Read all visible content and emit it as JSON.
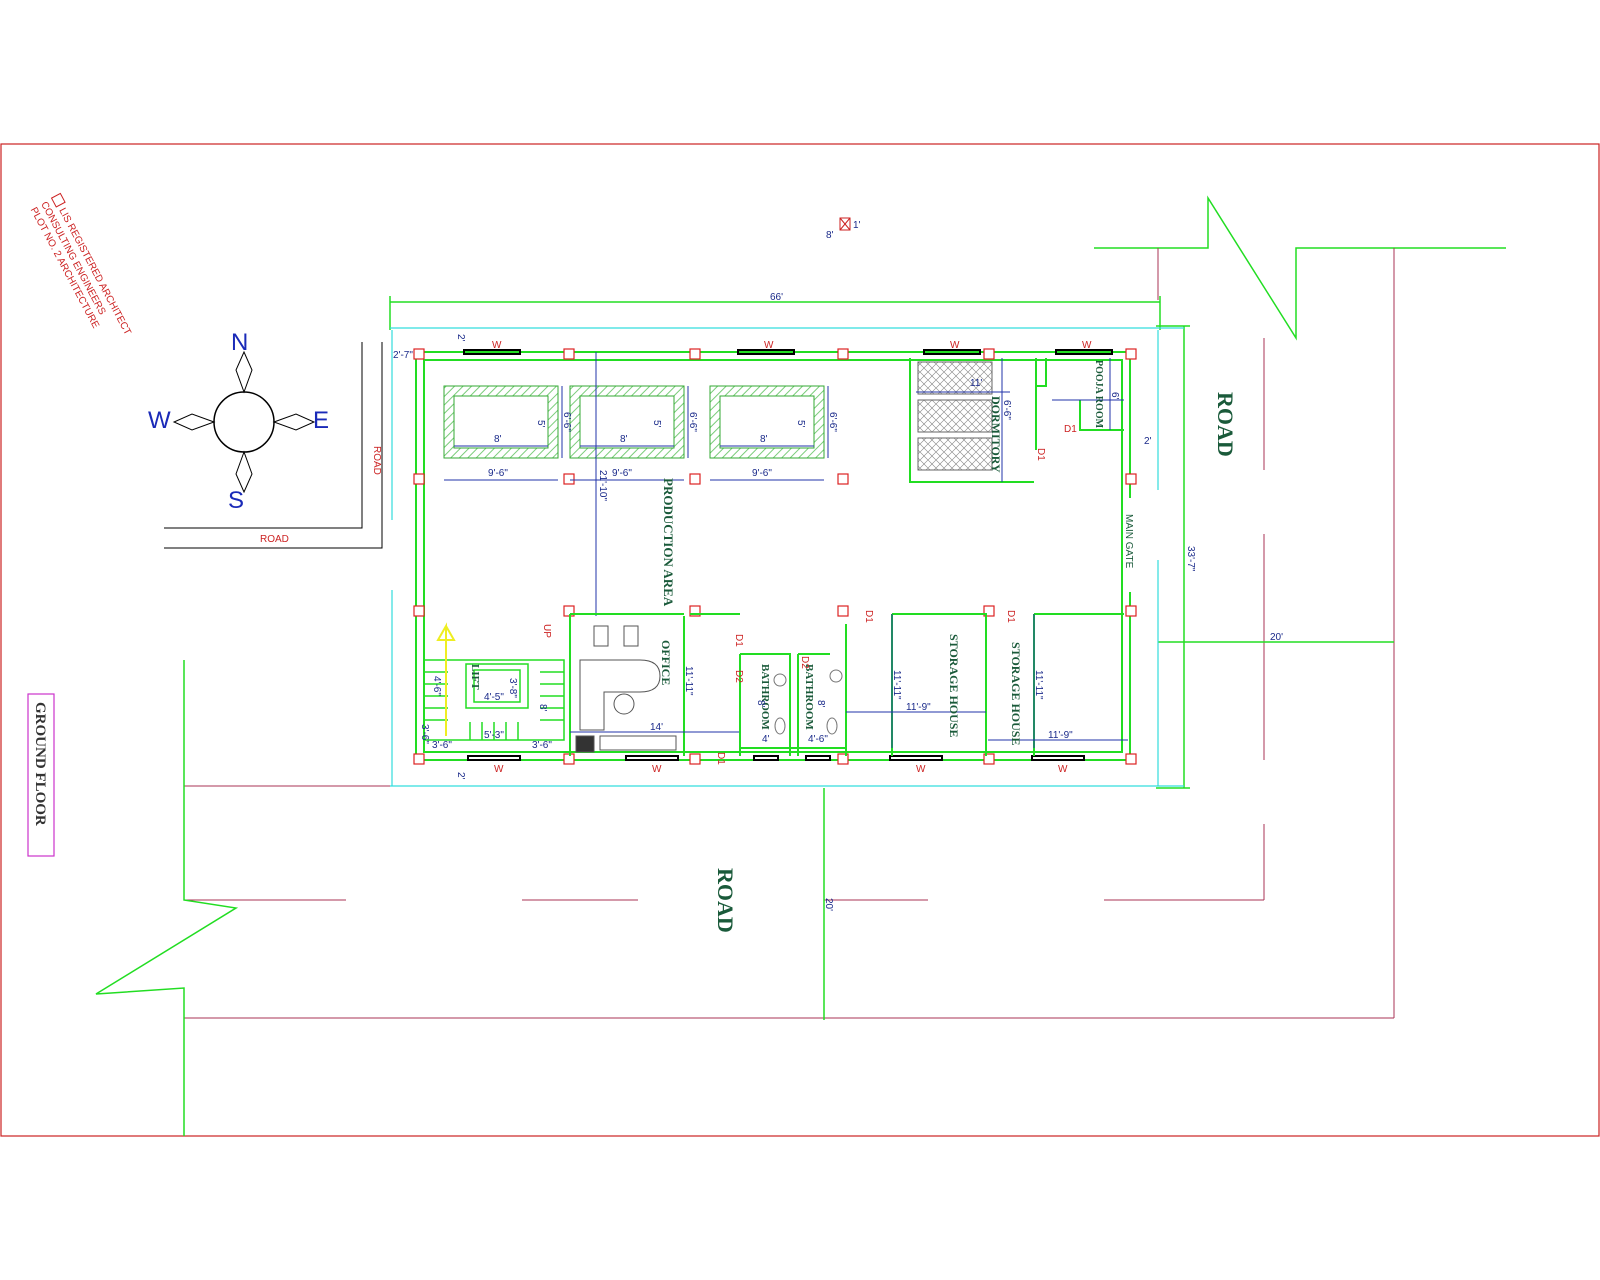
{
  "floor_title": "GROUND FLOOR",
  "compass": {
    "n": "N",
    "e": "E",
    "s": "S",
    "w": "W"
  },
  "roads": {
    "east": "ROAD",
    "south": "ROAD",
    "small_a": "ROAD",
    "small_b": "ROAD"
  },
  "rooms": {
    "production": "PRODUCTION AREA",
    "office": "OFFICE",
    "lift": "LIFT",
    "bath1": "BATHROOM",
    "bath2": "BATHROOM",
    "storage1": "STORAGE HOUSE",
    "storage2": "STORAGE HOUSE",
    "dormitory": "DORMITORY",
    "pooja": "POOJA ROOM",
    "main_gate": "MAIN GATE"
  },
  "stairs_up": "UP",
  "door_tags": {
    "d1": "D1",
    "d2": "D2"
  },
  "window_tag": "W",
  "dims": {
    "overall_width": "66'",
    "overall_depth": "33'-7\"",
    "road_east": "20'",
    "road_south": "20'",
    "setback_left": "2'-7\"",
    "setback_top": "2'",
    "setback_right": "2'",
    "setback_bottom": "2'",
    "tank_len": "8'",
    "tank_w": "5'",
    "tank_outer_len": "9'-6\"",
    "tank_outer_w": "6'-6\"",
    "production_depth": "21'-10\"",
    "office_w": "14'",
    "office_d": "11'-11\"",
    "storage_w": "11'-9\"",
    "storage_d": "11'-11\"",
    "dorm_len": "11'",
    "dorm_w": "6'-6\"",
    "pooja": "6'",
    "lift_a": "4'-5\"",
    "lift_b": "3'-8\"",
    "lift_c": "4'-6\"",
    "stair_a": "3'-6\"",
    "stair_b": "5'-3\"",
    "stair_c": "3'-6\"",
    "stair_d": "3'-6\"",
    "stair_e": "8'",
    "bath_w": "4'",
    "bath_w2": "4'-6\"",
    "bath_d": "8'",
    "bath_d2": "8'",
    "mark_a": "1'",
    "mark_b": "8'"
  },
  "stamp_lines": [
    "LIS REGISTERED ARCHITECT",
    "CONSULTING ENGINEERS",
    "PLOT NO. 2 ARCHITECTURE"
  ]
}
